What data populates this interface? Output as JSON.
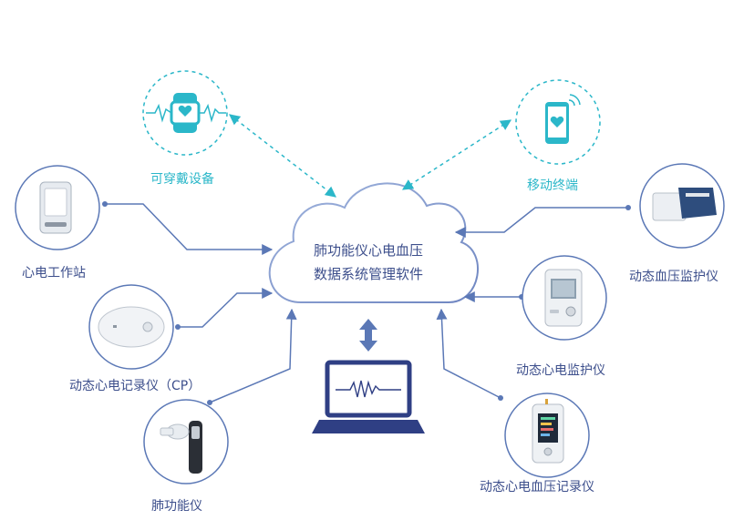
{
  "center": {
    "line1": "肺功能仪心电血压",
    "line2": "数据系统管理软件"
  },
  "nodes": {
    "wearable": "可穿戴设备",
    "mobile": "移动终端",
    "ecg_workstation": "心电工作站",
    "ambulatory_ecg_recorder": "动态心电记录仪（CP）",
    "spirometer": "肺功能仪",
    "abpm": "动态血压监护仪",
    "ambulatory_ecg_monitor": "动态心电监护仪",
    "ecg_bp_recorder": "动态心电血压记录仪"
  },
  "colors": {
    "line": "#5b78b6",
    "teal": "#2bb7c9",
    "label": "#3d4f8c",
    "device_ring": "#5b78b6"
  }
}
